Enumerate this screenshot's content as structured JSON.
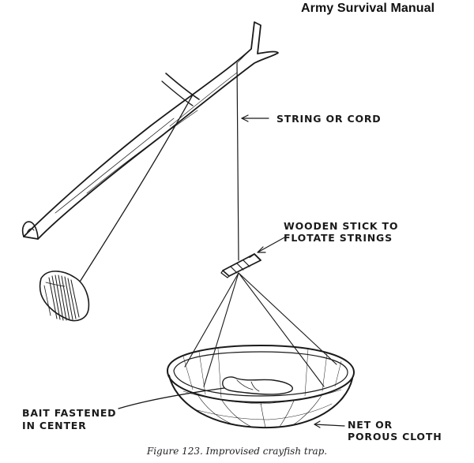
{
  "header": {
    "title": "Army Survival Manual"
  },
  "labels": {
    "string_cord": "STRING OR CORD",
    "wooden_stick_line1": "WOODEN STICK TO",
    "wooden_stick_line2": "FLOTATE STRINGS",
    "bait_line1": "BAIT FASTENED",
    "bait_line2": "IN CENTER",
    "net_line1": "NET OR",
    "net_line2": "POROUS CLOTH"
  },
  "caption": "Figure 123.   Improvised crayfish trap.",
  "colors": {
    "ink": "#1a1a1a",
    "background": "#ffffff"
  }
}
